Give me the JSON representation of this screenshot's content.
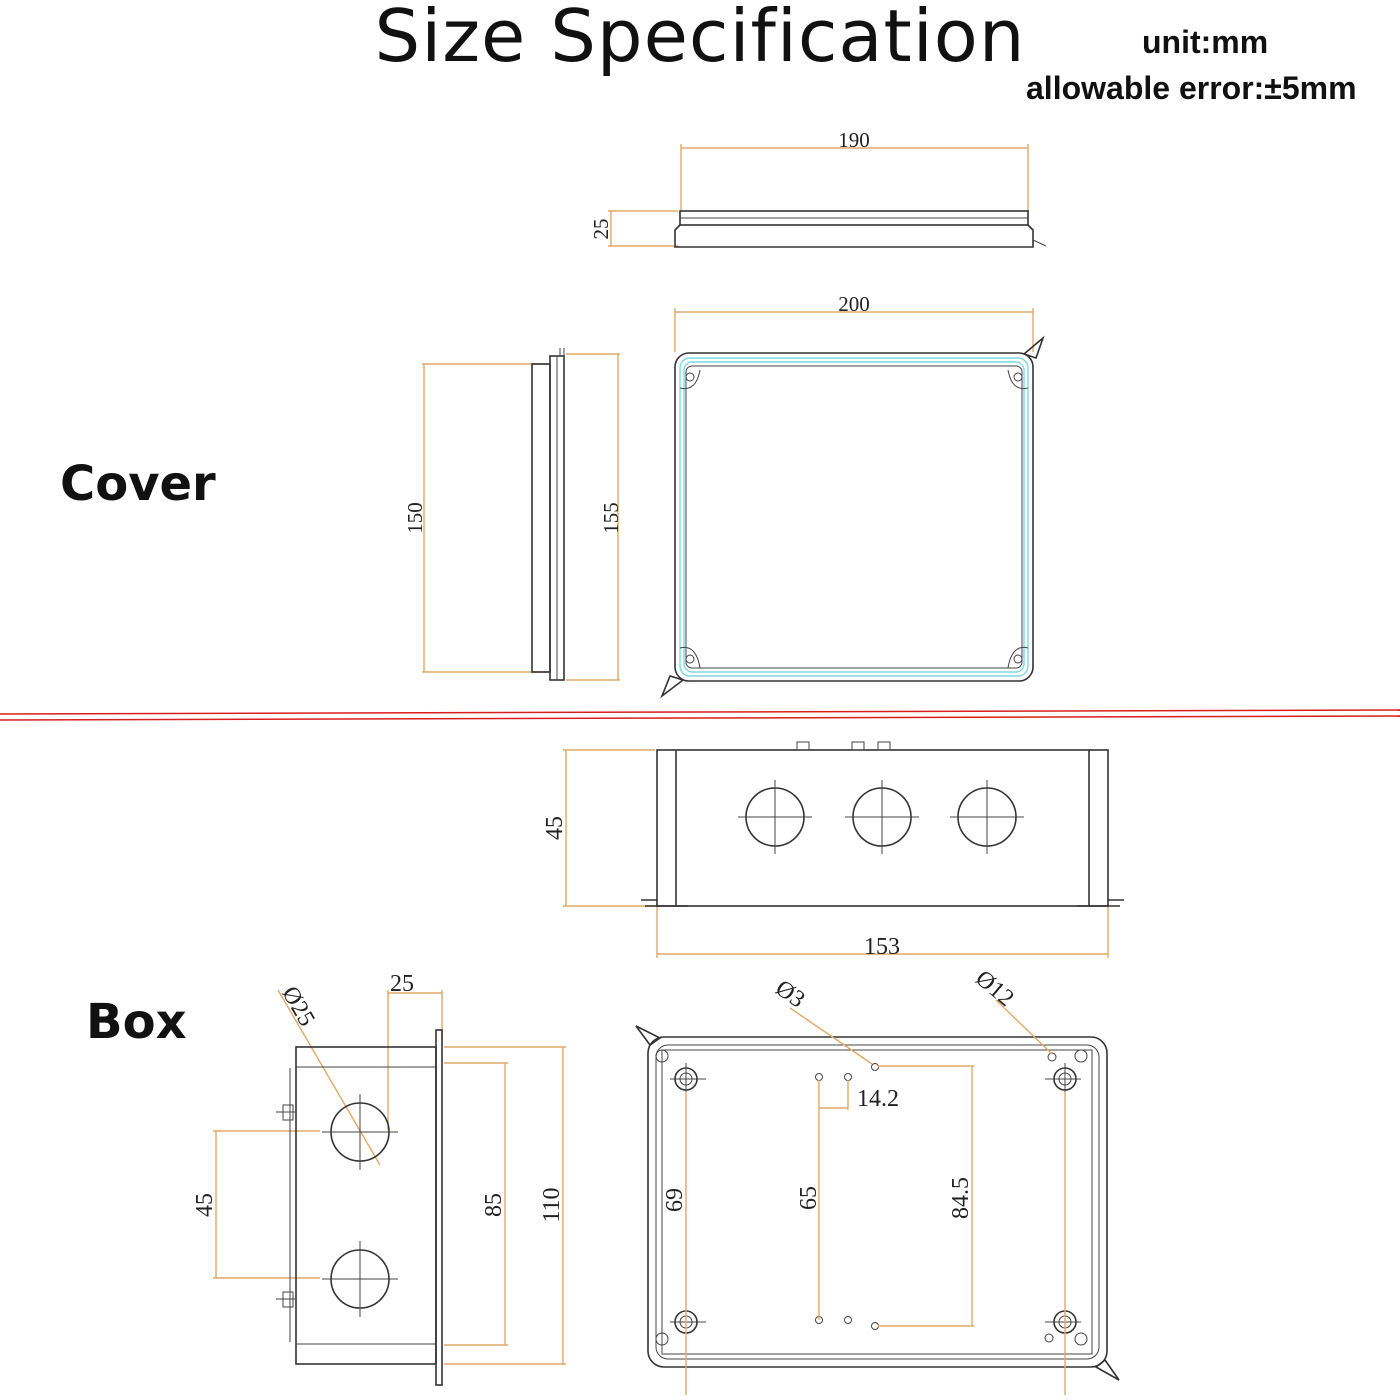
{
  "header": {
    "title": "Size Specification",
    "unit": "unit:mm",
    "error": "allowable error:±5mm"
  },
  "sections": {
    "cover": "Cover",
    "box": "Box"
  },
  "cover_dims": {
    "top_width": "190",
    "height": "25",
    "plan_width": "200",
    "side_inner": "150",
    "side_outer": "155"
  },
  "box_dims": {
    "front_height": "45",
    "front_width": "153",
    "hole_offset": "25",
    "hole_dia_large": "Ø25",
    "hole_spacing": "45",
    "inner_depth": "85",
    "outer_depth": "110",
    "small_hole_dia": "Ø3",
    "mount_hole_dia": "Ø12",
    "hole_gap": "14.2",
    "span_65": "65",
    "span_69": "69",
    "span_84_5": "84.5"
  },
  "colors": {
    "dimension_line": "#e2a868",
    "outline": "#333333",
    "seal_line": "#7fd8e0",
    "divider": "#d81e1e"
  }
}
